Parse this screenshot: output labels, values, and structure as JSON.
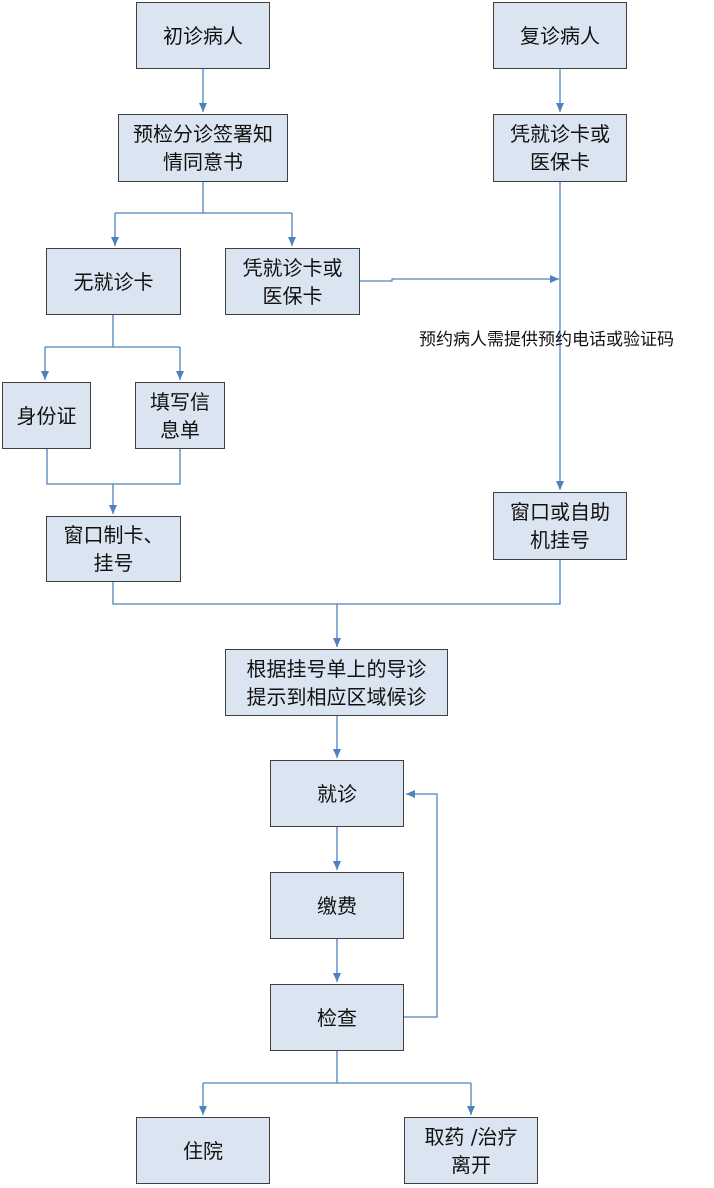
{
  "nodes": {
    "first_visit": "初诊病人",
    "return_visit": "复诊病人",
    "pre_exam": "预检分诊签署知\n情同意书",
    "card_right": "凭就诊卡或\n医保卡",
    "no_card": "无就诊卡",
    "card_mid": "凭就诊卡或\n医保卡",
    "id_card": "身份证",
    "fill_info": "填写信\n息单",
    "window_card": "窗口制卡、\n挂号",
    "window_self": "窗口或自助\n机挂号",
    "guide": "根据挂号单上的导诊\n提示到相应区域候诊",
    "consult": "就诊",
    "payment": "缴费",
    "examine": "检查",
    "hospitalize": "住院",
    "medicine": "取药 /治疗\n离开"
  },
  "note": "预约病人需提供预约电话或验证码",
  "colors": {
    "box_fill": "#dbe5f1",
    "box_border": "#404040",
    "connector": "#4f81bd"
  }
}
